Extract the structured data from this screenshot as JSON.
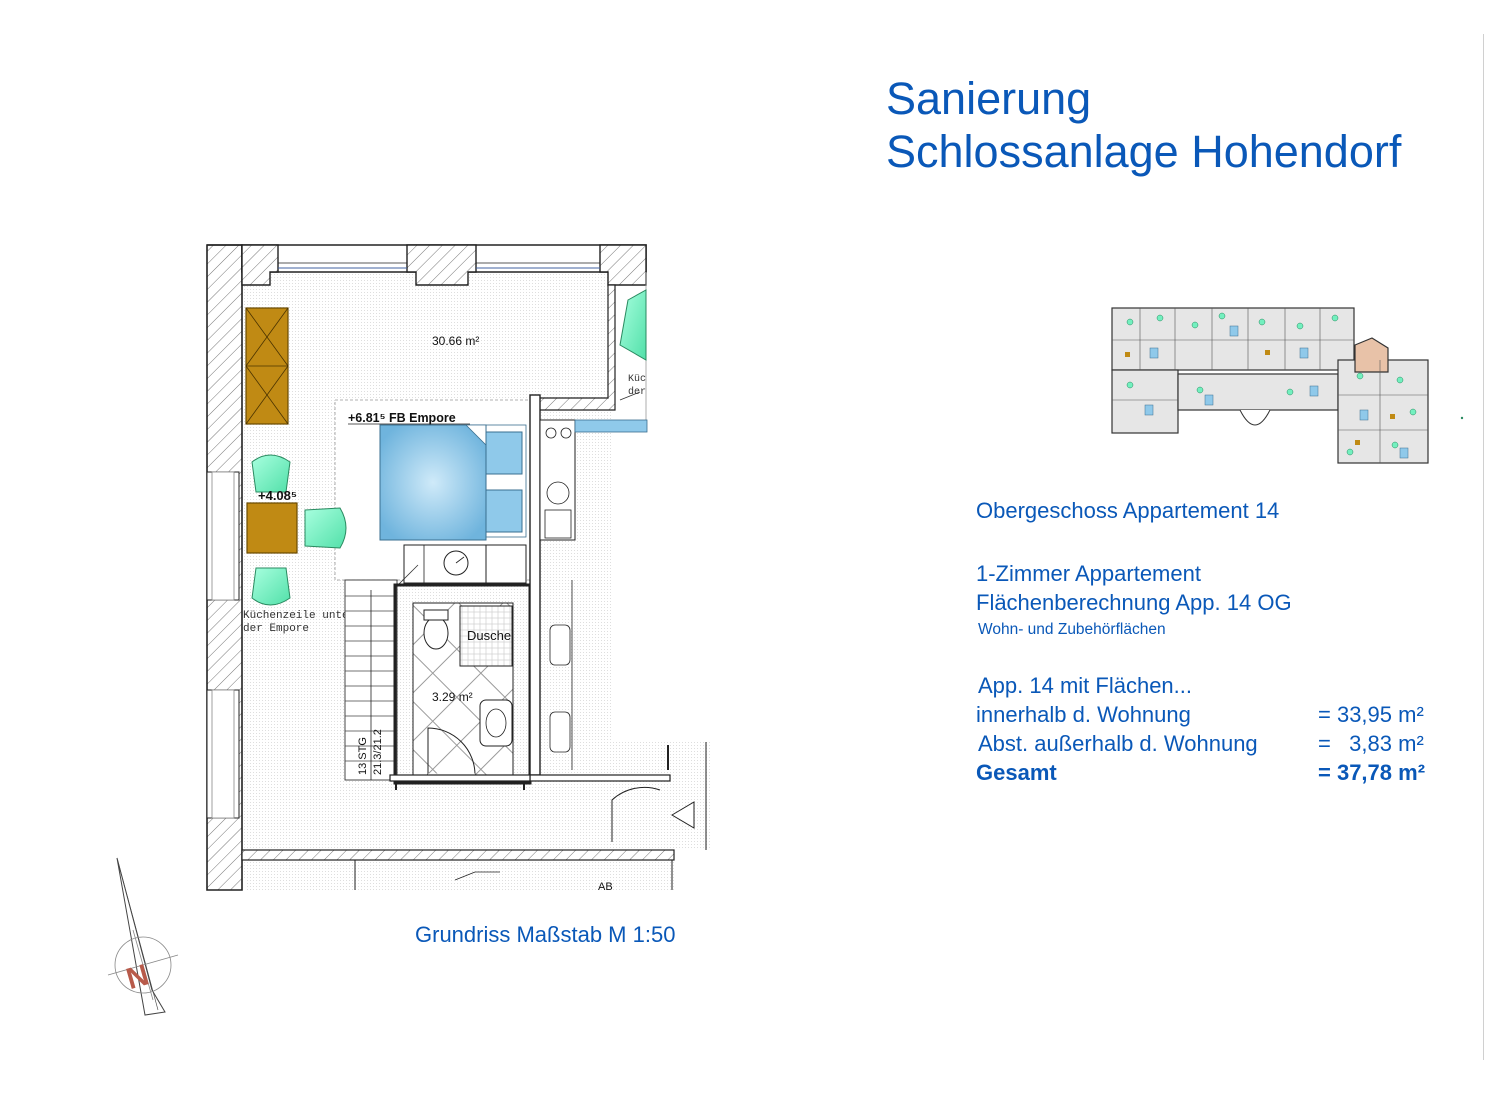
{
  "title": {
    "line1": "Sanierung",
    "line2": "Schlossanlage Hohendorf"
  },
  "colors": {
    "accent": "#0a58b8",
    "wood": "#c08a14",
    "chair": "#73f0bf",
    "bed": "#8fc9ea",
    "wall_hatch": "#707070"
  },
  "floor_plan": {
    "room_main_area": "30.66 m²",
    "empore_label": "+6.81⁵ FB Empore",
    "level_label": "+4.08⁵",
    "kitchen_note_line1": "Küchenzeile unter",
    "kitchen_note_line2": "der Empore",
    "kitchen_note_edge1": "Küc",
    "kitchen_note_edge2": "der",
    "shower_label": "Dusche",
    "bath_area": "3.29 m²",
    "stair_label_line1": "13 STG",
    "stair_label_line2": "21.3/21.2",
    "room_ab_label": "AB"
  },
  "compass": {
    "letter": "N"
  },
  "info": {
    "floor_title": "Obergeschoss Appartement 14",
    "type": "1-Zimmer Appartement",
    "calc_title": "Flächenberechnung App. 14 OG",
    "sub": "Wohn- und Zubehörflächen",
    "areas_header": "App. 14 mit Flächen...",
    "rows": [
      {
        "label": "innerhalb d. Wohnung",
        "value": "= 33,95 m²"
      },
      {
        "label": "Abst. außerhalb d. Wohnung",
        "value": "=   3,83 m²"
      }
    ],
    "total": {
      "label": "Gesamt",
      "value": "= 37,78 m²"
    }
  },
  "scale_caption": "Grundriss Maßstab M 1:50"
}
